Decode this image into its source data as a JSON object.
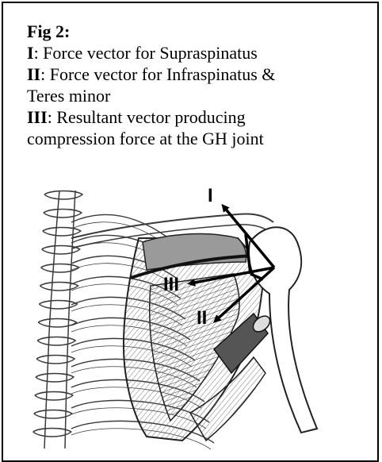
{
  "caption": {
    "title": "Fig 2:",
    "items": [
      {
        "key": "I",
        "text": ": Force vector for Supraspinatus"
      },
      {
        "key": "II",
        "text": ": Force vector for Infraspinatus &"
      },
      {
        "key": "",
        "text": "Teres minor"
      },
      {
        "key": "III",
        "text": ": Resultant vector producing"
      },
      {
        "key": "",
        "text": "compression force at the GH joint"
      }
    ]
  },
  "diagram": {
    "labels": {
      "vector_i": "I",
      "vector_ii": "II",
      "vector_iii": "III"
    },
    "colors": {
      "ink": "#000000",
      "sketch": "#3a3a3a",
      "muscle_shade": "#6b6b6b"
    }
  }
}
